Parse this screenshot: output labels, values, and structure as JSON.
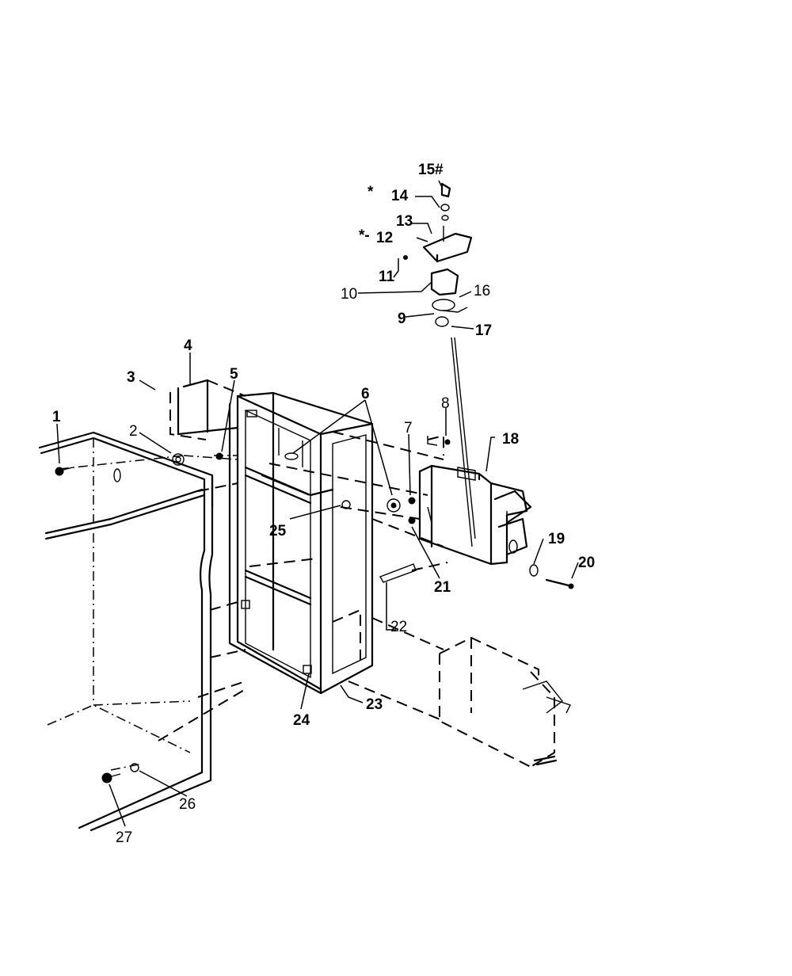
{
  "callouts": {
    "c1": "1",
    "c2": "2",
    "c3": "3",
    "c4": "4",
    "c5": "5",
    "c6": "6",
    "c7": "7",
    "c8": "8",
    "c9": "9",
    "c10": "10",
    "c11": "11",
    "c12": "12",
    "c13": "13",
    "c14": "14",
    "c15": "15",
    "c16": "16",
    "c17": "17",
    "c18": "18",
    "c19": "19",
    "c20": "20",
    "c21": "21",
    "c22": "22",
    "c23": "23",
    "c24": "24",
    "c25": "25",
    "c26": "26",
    "c27": "27"
  },
  "marks": {
    "asterisk": "*",
    "asterisk_dash": "*-",
    "asterisk_hash": "#"
  }
}
